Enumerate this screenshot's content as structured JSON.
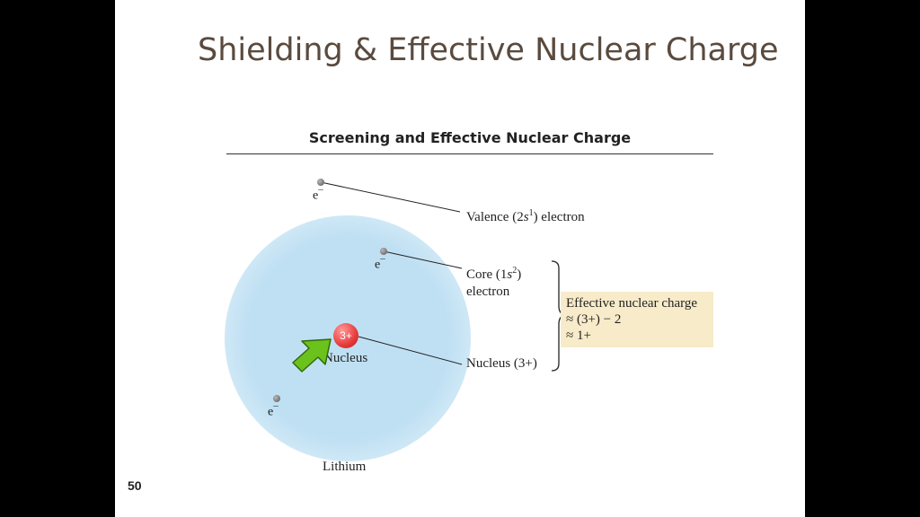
{
  "slide": {
    "title": "Shielding & Effective Nuclear Charge",
    "page_number": "50"
  },
  "figure": {
    "title": "Screening and Effective Nuclear Charge",
    "electron_symbol": "e",
    "electron_charge": "–",
    "valence_label": {
      "prefix": "Valence (2",
      "italic": "s",
      "sup": "1",
      "suffix": ") electron"
    },
    "core_label": {
      "prefix": "Core (1",
      "italic": "s",
      "sup": "2",
      "suffix": ")",
      "line2": "electron"
    },
    "nucleus_charge": "3+",
    "nucleus_inner_label": "Nucleus",
    "nucleus_label": "Nucleus (3+)",
    "atom_name": "Lithium",
    "effective_box": {
      "line1": "Effective nuclear charge",
      "line2": "≈ (3+) − 2",
      "line3": "≈ 1+"
    }
  },
  "colors": {
    "title": "#5a4a3e",
    "halo": "#bfe0f3",
    "nucleus": "#e83b3b",
    "effective_box_bg": "#f7ebc9",
    "pointer_arrow": "#6cc21c"
  },
  "icons": {
    "pointer": "green-pointer-arrow-icon"
  }
}
